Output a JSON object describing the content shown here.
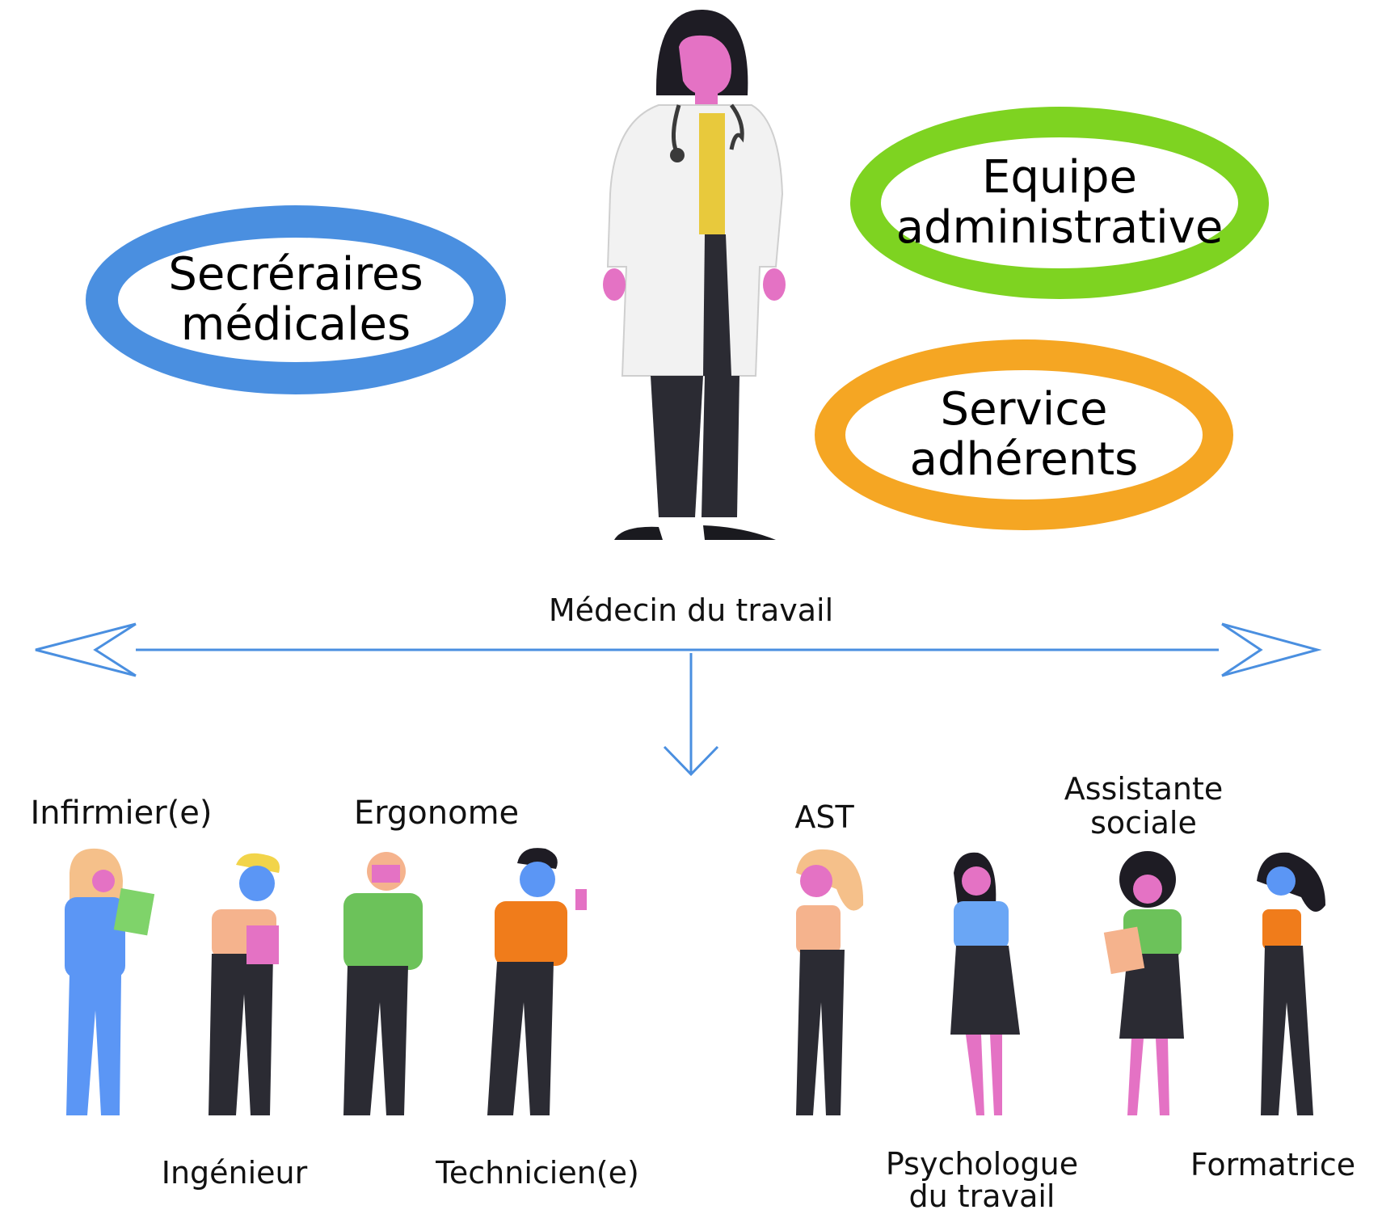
{
  "ovals": {
    "secretaires": {
      "label": "Secréraires\nmédicales",
      "color": "#4a8fe0"
    },
    "equipe": {
      "label": "Equipe\nadministrative",
      "color": "#7ed321"
    },
    "service": {
      "label": "Service\nadhérents",
      "color": "#f5a623"
    }
  },
  "center": {
    "label": "Médecin du travail"
  },
  "roles": {
    "infirmier": "Infirmier(e)",
    "ingenieur": "Ingénieur",
    "ergonome": "Ergonome",
    "technicien": "Technicien(e)",
    "ast": "AST",
    "psychologue": "Psychologue\ndu travail",
    "assistante": "Assistante\nsociale",
    "formatrice": "Formatrice"
  },
  "arrow_color": "#4a8fe0"
}
